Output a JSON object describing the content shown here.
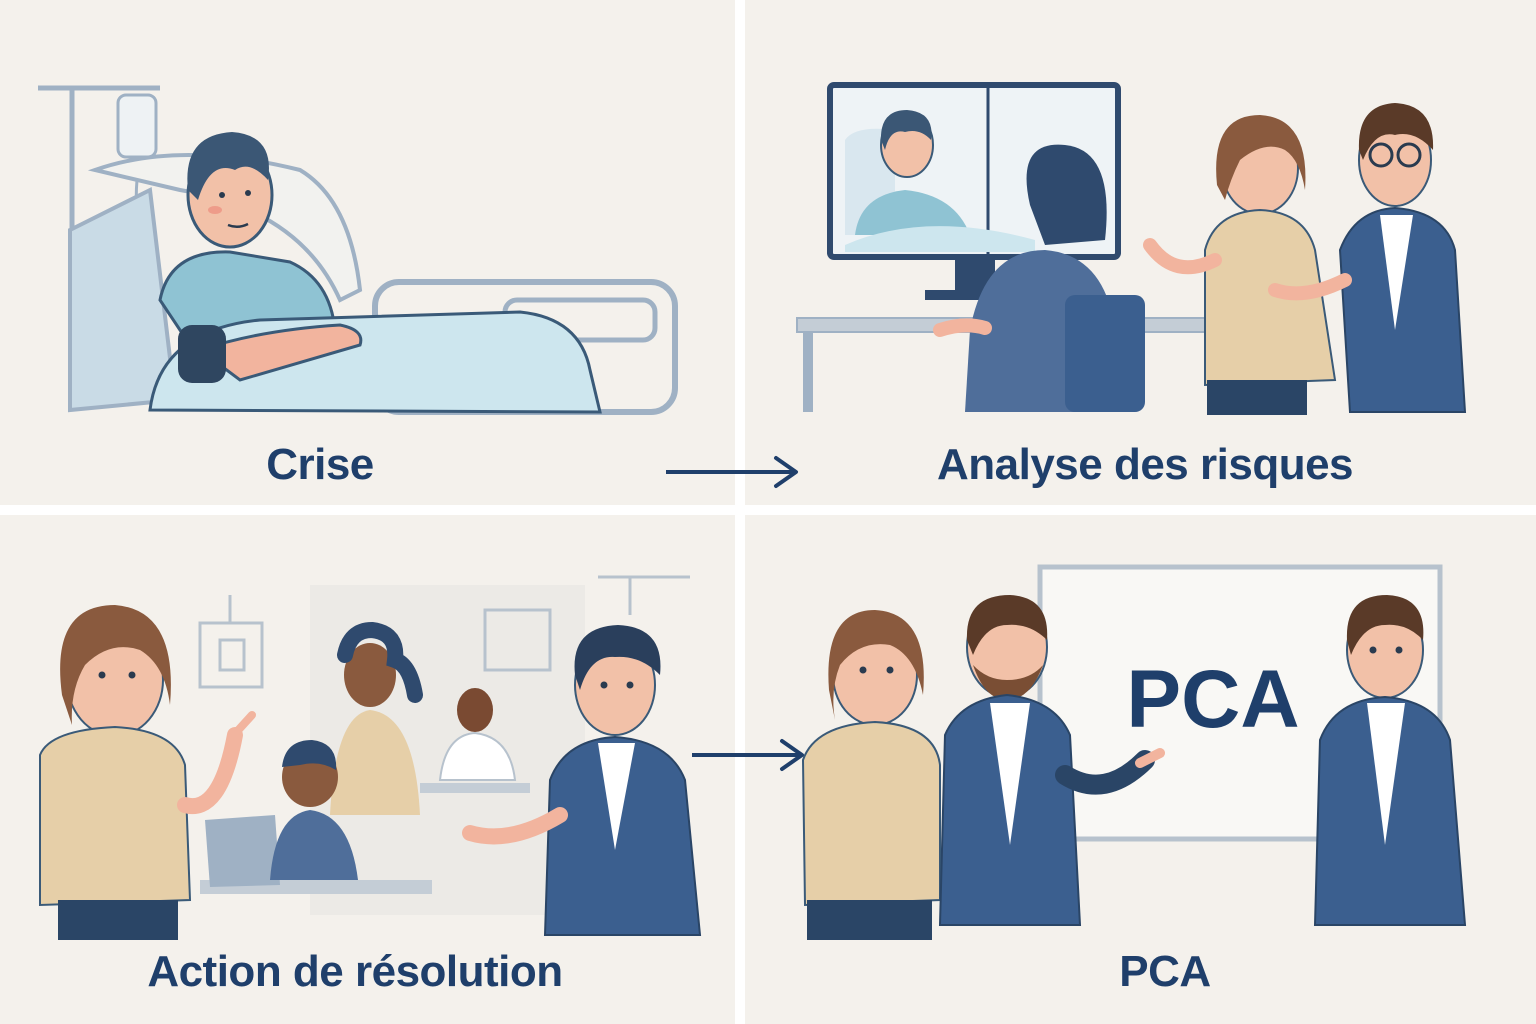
{
  "panels": [
    {
      "caption": "Crise",
      "scene_icon": "hospital-patient-icon"
    },
    {
      "caption": "Analyse des risques",
      "scene_icon": "video-consultation-icon"
    },
    {
      "caption": "Action de résolution",
      "scene_icon": "team-discussion-icon"
    },
    {
      "caption": "PCA",
      "board_text": "PCA",
      "scene_icon": "whiteboard-presentation-icon"
    }
  ],
  "arrows": [
    {
      "from": "Crise",
      "to": "Analyse des risques",
      "icon": "arrow-right-icon"
    },
    {
      "from": "Action de résolution",
      "to": "PCA",
      "icon": "arrow-right-icon"
    }
  ],
  "colors": {
    "caption": "#1f3f6b",
    "navy": "#3b5f8f",
    "beige": "#e6cfa8",
    "background": "#f4f1ec"
  }
}
